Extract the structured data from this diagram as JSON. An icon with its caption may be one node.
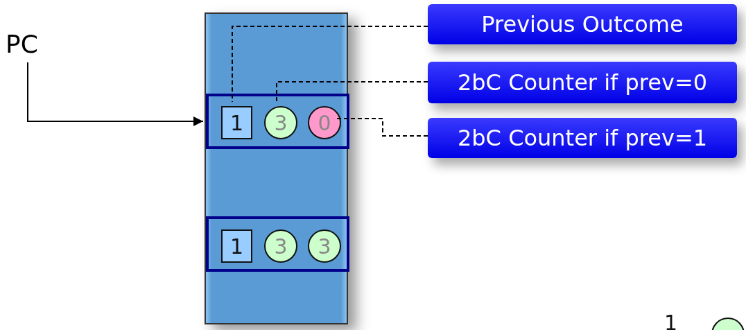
{
  "diagram": {
    "nodes": [
      {
        "text": [
          "PC"
        ]
      },
      {
        "text": [],
        "shape": "box"
      },
      {
        "text": [],
        "shape": "box",
        "in": 1
      },
      {
        "text": [
          "1"
        ],
        "in": 2
      },
      {
        "text": [
          "3"
        ],
        "in": 2
      },
      {
        "text": [
          "0"
        ],
        "in": 2
      },
      {
        "text": [],
        "shape": "box",
        "in": 1
      },
      {
        "text": [
          "1"
        ],
        "in": 6
      },
      {
        "text": [
          "3"
        ],
        "in": 6
      },
      {
        "text": [
          "3"
        ],
        "in": 6
      },
      {
        "text": [
          "Previous Outcome"
        ]
      },
      {
        "text": [
          "2bC Counter if prev=0"
        ]
      },
      {
        "text": [
          "2bC Counter if prev=1"
        ]
      },
      {
        "text": [],
        "shape": "circle"
      }
    ],
    "edges": [
      {
        "from": 0,
        "to": 2,
        "arrow": "to"
      },
      {
        "from": 10,
        "to": 3,
        "arrow": "none",
        "style": "dashed"
      },
      {
        "from": 11,
        "to": 4,
        "arrow": "none",
        "style": "dashed"
      },
      {
        "from": 12,
        "to": 5,
        "arrow": "none",
        "style": "dashed"
      }
    ],
    "labels": [
      "1"
    ]
  }
}
